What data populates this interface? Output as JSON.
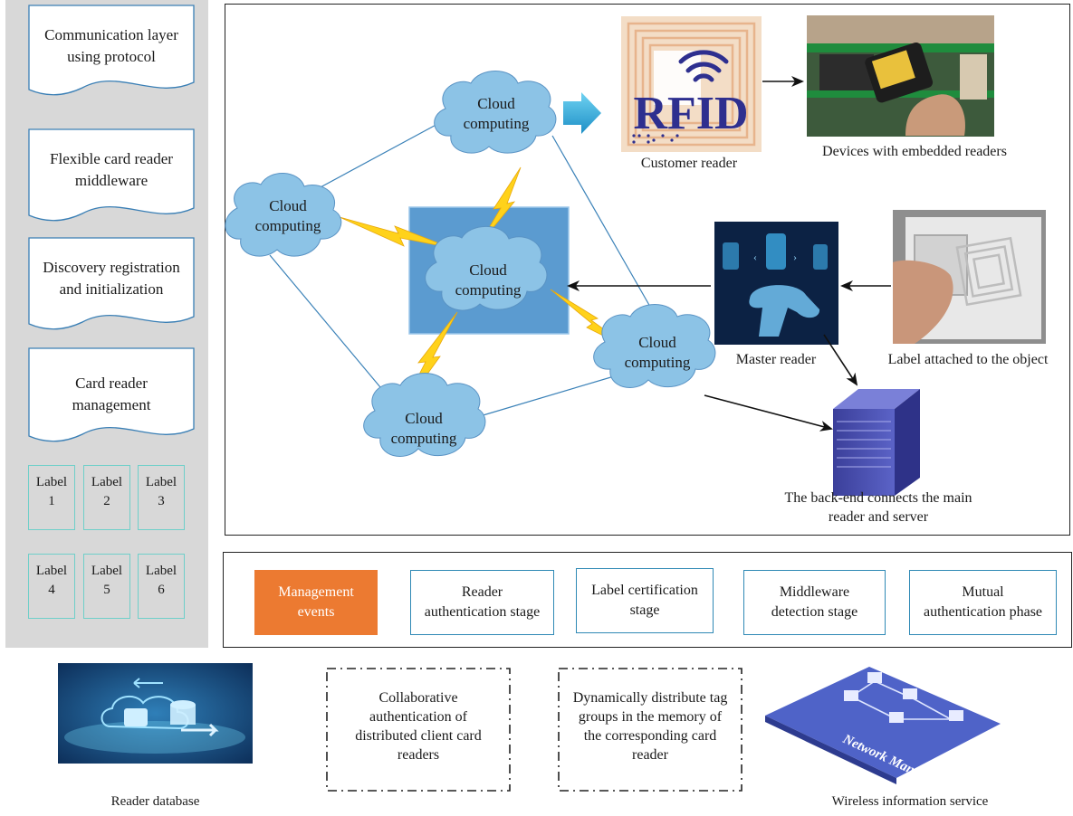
{
  "sidebar": {
    "docs": [
      {
        "label": "Communication layer using protocol"
      },
      {
        "label": "Flexible card reader middleware"
      },
      {
        "label": "Discovery registration and initialization"
      },
      {
        "label": "Card reader management"
      }
    ],
    "labels": [
      {
        "line1": "Label",
        "line2": "1"
      },
      {
        "line1": "Label",
        "line2": "2"
      },
      {
        "line1": "Label",
        "line2": "3"
      },
      {
        "line1": "Label",
        "line2": "4"
      },
      {
        "line1": "Label",
        "line2": "5"
      },
      {
        "line1": "Label",
        "line2": "6"
      }
    ]
  },
  "network": {
    "clouds": [
      {
        "line1": "Cloud",
        "line2": "computing"
      },
      {
        "line1": "Cloud",
        "line2": "computing"
      },
      {
        "line1": "Cloud",
        "line2": "computing"
      },
      {
        "line1": "Cloud",
        "line2": "computing"
      },
      {
        "line1": "Cloud",
        "line2": "computing"
      }
    ],
    "rfid_text": "RFID",
    "captions": {
      "customer_reader": "Customer reader",
      "embedded_devices": "Devices with embedded readers",
      "master_reader": "Master reader",
      "label_attached": "Label attached to the object",
      "backend_line1": "The back-end connects the main",
      "backend_line2": "reader and server"
    }
  },
  "stages": [
    {
      "line1": "Management",
      "line2": "events"
    },
    {
      "line1": "Reader",
      "line2": "authentication stage"
    },
    {
      "line1": "Label certification",
      "line2": "stage"
    },
    {
      "line1": "Middleware",
      "line2": "detection stage"
    },
    {
      "line1": "Mutual",
      "line2": "authentication phase"
    }
  ],
  "bottom": {
    "reader_database": "Reader database",
    "collab": [
      "Collaborative",
      "authentication of",
      "distributed client card",
      "readers"
    ],
    "dynamic": [
      "Dynamically distribute tag",
      "groups in the memory of",
      "the corresponding card",
      "reader"
    ],
    "network_management": "Network Management",
    "wireless_service": "Wireless information service"
  },
  "colors": {
    "accent_orange": "#ec7a31",
    "stage_border": "#2f89b5",
    "cloud_fill": "#8cc3e6",
    "center_box": "#5b9bd0",
    "lightning": "#ffd21a"
  }
}
